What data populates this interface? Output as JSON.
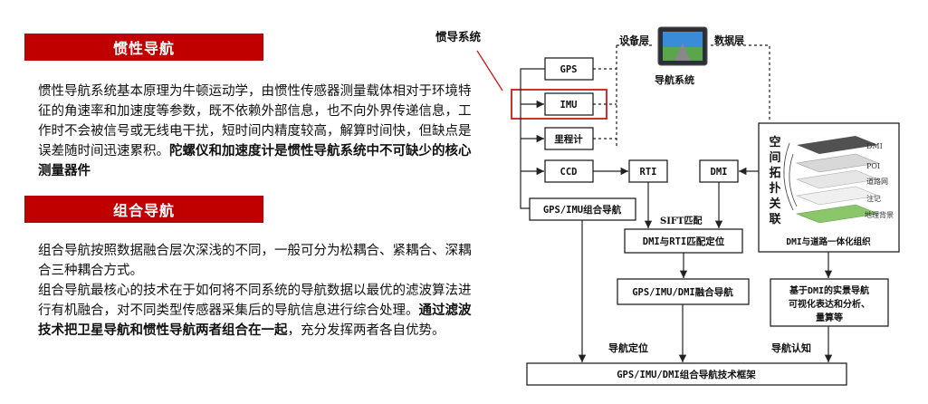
{
  "inertial": {
    "title": "惯性导航",
    "body": "惯性导航系统基本原理为牛顿运动学，由惯性传感器测量载体相对于环境特征的角速率和加速度等参数，既不依赖外部信息，也不向外界传递信息，工作时不会被信号或无线电干扰，短时间内精度较高，解算时间快，但缺点是误差随时间迅速累积。",
    "bold": "陀螺仪和加速度计是惯性导航系统中不可缺少的核心测量器件"
  },
  "combined": {
    "title": "组合导航",
    "p1": "组合导航按照数据融合层次深浅的不同，一般可分为松耦合、紧耦合、深耦合三种耦合方式。",
    "p2_a": "组合导航最核心的技术在于如何将不同系统的导航数据以最优的滤波算法进行有机融合，对不同类型传感器采集后的导航信息进行综合处理。",
    "p2_bold": "通过滤波技术把卫星导航和惯性导航两者组合在一起",
    "p2_b": "，充分发挥两者各自优势。"
  },
  "callout": "惯导系统",
  "diagram": {
    "device_layer": "设备层",
    "data_layer": "数据层",
    "nav_system": "导航系统",
    "gps": "GPS",
    "imu": "IMU",
    "odometer": "里程计",
    "ccd": "CCD",
    "rti": "RTI",
    "dmi": "DMI",
    "gps_imu": "GPS/IMU组合导航",
    "sift": "SIFT匹配",
    "dmi_rti": "DMI与RTI匹配定位",
    "fusion": "GPS/IMU/DMI融合导航",
    "space_topo": [
      "空",
      "间",
      "拓",
      "扑",
      "关",
      "联"
    ],
    "layers": [
      "DMI",
      "POI",
      "道路网",
      "注记",
      "地理背景"
    ],
    "dmi_road": "DMI与道路一体化组织",
    "realview": [
      "基于DMI的实景导航",
      "可视化表达和分析、",
      "量算等"
    ],
    "nav_position": "导航定位",
    "nav_cognition": "导航认知",
    "framework": "GPS/IMU/DMI组合导航技术框架"
  },
  "colors": {
    "banner": "#c00000",
    "callout": "#d01818"
  }
}
